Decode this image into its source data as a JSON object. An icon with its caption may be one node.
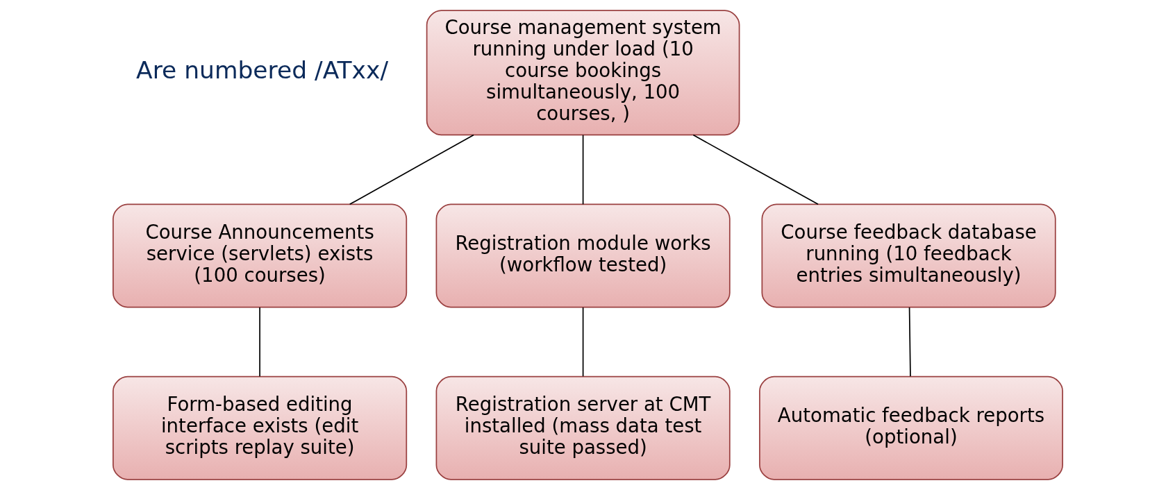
{
  "diagram": {
    "nodes": [
      {
        "text": [
          "Course management system running under load (10 course bookings simultaneously, 100 courses, )"
        ]
      },
      {
        "text": [
          "Course Announcements service (servlets) exists (100 courses)"
        ]
      },
      {
        "text": [
          "Registration module works (workflow tested)"
        ]
      },
      {
        "text": [
          "Course feedback database running (10 feedback entries simultaneously)"
        ]
      },
      {
        "text": [
          "Form-based editing interface exists (edit scripts replay suite)"
        ]
      },
      {
        "text": [
          "Registration server at CMT installed (mass data test suite passed)"
        ]
      },
      {
        "text": [
          "Automatic feedback reports (optional)"
        ]
      }
    ],
    "edges": [
      {
        "from": 0,
        "to": 1,
        "arrow": "none"
      },
      {
        "from": 0,
        "to": 2,
        "arrow": "none"
      },
      {
        "from": 0,
        "to": 3,
        "arrow": "none"
      },
      {
        "from": 1,
        "to": 4,
        "arrow": "none"
      },
      {
        "from": 2,
        "to": 5,
        "arrow": "none"
      },
      {
        "from": 3,
        "to": 6,
        "arrow": "none"
      }
    ],
    "labels": [
      "Are numbered /ATxx/"
    ]
  }
}
